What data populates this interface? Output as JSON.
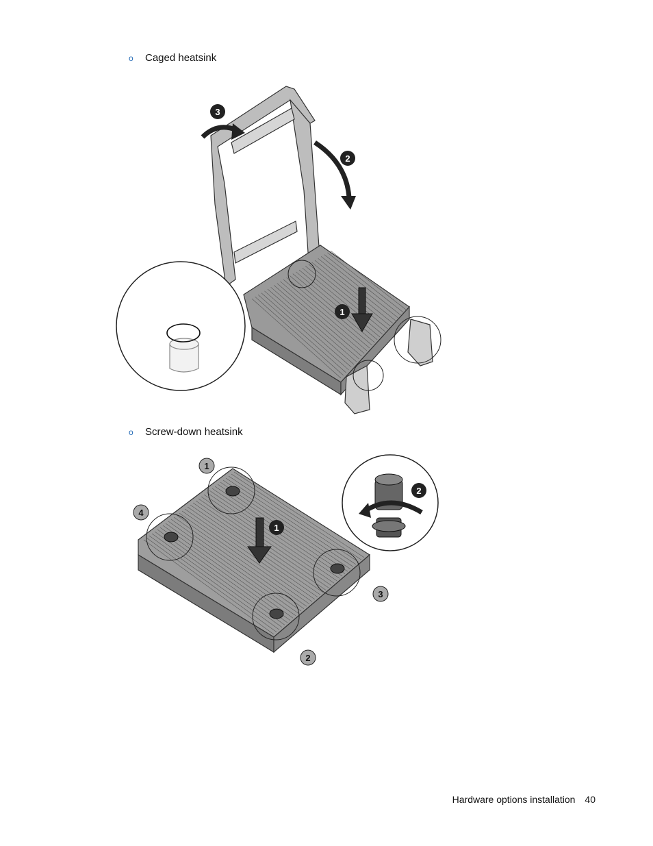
{
  "list": {
    "bullet": "o",
    "items": [
      {
        "label": "Caged heatsink"
      },
      {
        "label": "Screw-down heatsink"
      }
    ]
  },
  "figure1": {
    "callouts": [
      "3",
      "2",
      "1"
    ]
  },
  "figure2": {
    "callouts": [
      "1",
      "4",
      "1",
      "2",
      "3",
      "2"
    ]
  },
  "footer": {
    "section": "Hardware options installation",
    "page": "40"
  }
}
